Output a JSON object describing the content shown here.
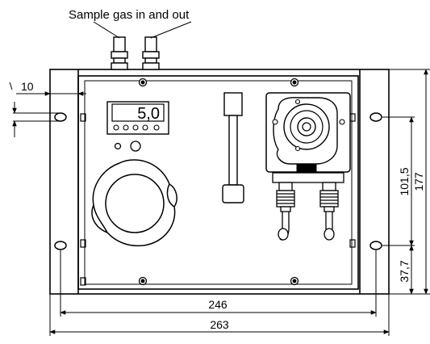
{
  "diagram": {
    "callout_label": "Sample gas in and out",
    "display_value": "5,0",
    "pump_badge": "",
    "dimensions": {
      "small_offset": "10",
      "hole_spacing_vertical": "101,5",
      "overall_height": "177",
      "bottom_offset": "37,7",
      "hole_spacing_horizontal": "246",
      "overall_width": "263"
    }
  }
}
